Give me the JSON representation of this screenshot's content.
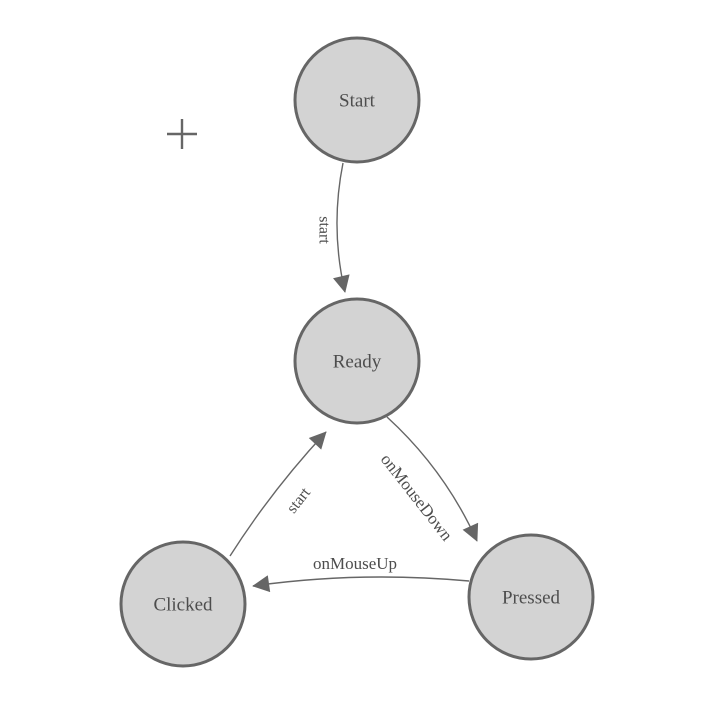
{
  "diagram": {
    "type": "state-machine",
    "nodes": [
      {
        "id": "start",
        "label": "Start"
      },
      {
        "id": "ready",
        "label": "Ready"
      },
      {
        "id": "pressed",
        "label": "Pressed"
      },
      {
        "id": "clicked",
        "label": "Clicked"
      }
    ],
    "edges": [
      {
        "from": "start",
        "to": "ready",
        "label": "start"
      },
      {
        "from": "ready",
        "to": "pressed",
        "label": "onMouseDown"
      },
      {
        "from": "pressed",
        "to": "clicked",
        "label": "onMouseUp"
      },
      {
        "from": "clicked",
        "to": "ready",
        "label": "start"
      }
    ],
    "icons": [
      {
        "name": "plus-crosshair-icon"
      }
    ],
    "colors": {
      "background": "#ffffff",
      "node_fill": "#d3d3d3",
      "node_stroke": "#666666",
      "edge_stroke": "#666666",
      "arrowhead_fill": "#666666",
      "label_text": "#4d4d4d"
    }
  }
}
